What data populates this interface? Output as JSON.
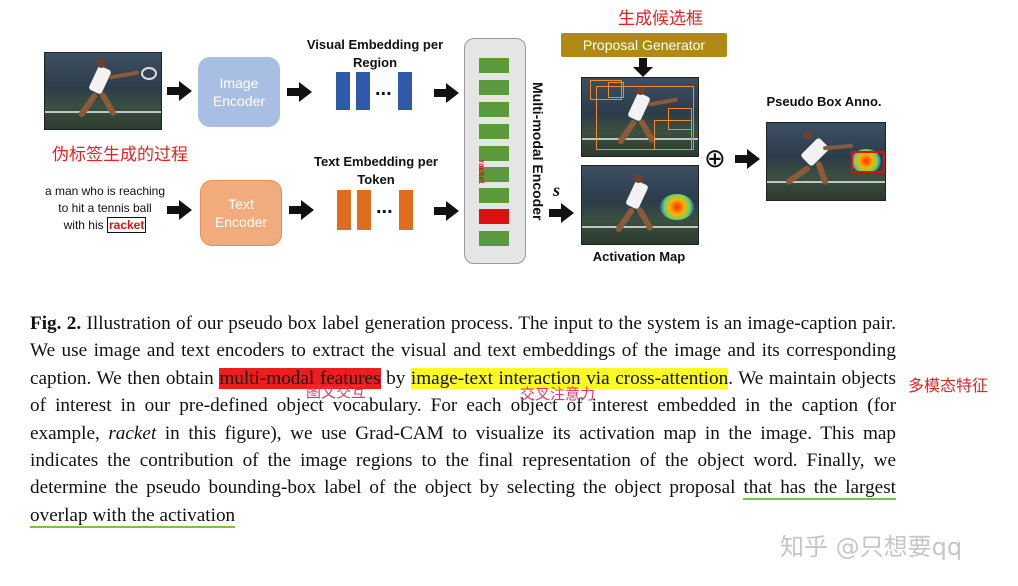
{
  "figure": {
    "chinese_top": "生成候选框",
    "chinese_left": "伪标签生成的过程",
    "image_encoder": "Image Encoder",
    "text_encoder": "Text Encoder",
    "visual_embed_title": "Visual Embedding per Region",
    "text_embed_title": "Text Embedding per Token",
    "caption_line1": "a man who is reaching",
    "caption_line2": "to hit a tennis ball",
    "caption_pre": "with his",
    "caption_word": "racket",
    "dots": "...",
    "mm_encoder": "Multi-modal Encoder",
    "mm_token": "racket",
    "s_label": "s",
    "proposal_gen": "Proposal Generator",
    "activation_map": "Activation Map",
    "pseudo_box": "Pseudo Box Anno.",
    "oplus": "⊕",
    "colors": {
      "image_encoder": "#a8bfe3",
      "text_encoder": "#f2ab7c",
      "visual_bar": "#3059a8",
      "text_bar": "#e06c1e",
      "mm_green": "#5a9a3d",
      "mm_red": "#dd1111",
      "proposal": "#b08a15"
    }
  },
  "caption": {
    "fig_label": "Fig. 2.",
    "p1": " Illustration of our pseudo box label generation process. The input to the system is an image-caption pair. We use image and text encoders to extract the visual and text embeddings of the image and its corresponding caption. We then obtain ",
    "hl1": "multi-modal features",
    "p2": " by ",
    "hl2": "image-text interaction via cross-attention",
    "p3": ". We maintain objects of interest in our pre-defined object vocabulary. For each object of interest embedded in the caption (for example, ",
    "italic": "racket",
    "p4": " in this figure), we use Grad-CAM to visualize its activation map in the image. This map indicates the contribution of the image regions to the final representation of the object word. Finally, we determine the pseudo bounding-box label of the object by selecting the object proposal ",
    "ul": "that has the largest overlap with the activation",
    "p5": ""
  },
  "annotations": {
    "multimodal_features": "多模态特征",
    "image_text_interaction": "图文交互",
    "cross_attention": "交叉注意力"
  },
  "watermark": "知乎 @只想要qq"
}
